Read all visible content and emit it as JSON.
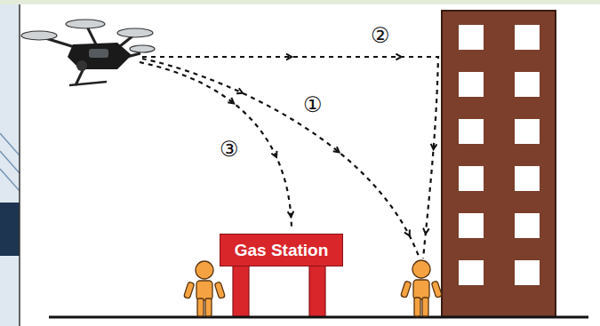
{
  "diagram": {
    "nodes": [
      {
        "text": [
          "Gas Station"
        ]
      }
    ],
    "labels": [
      "②",
      "①",
      "③"
    ]
  }
}
